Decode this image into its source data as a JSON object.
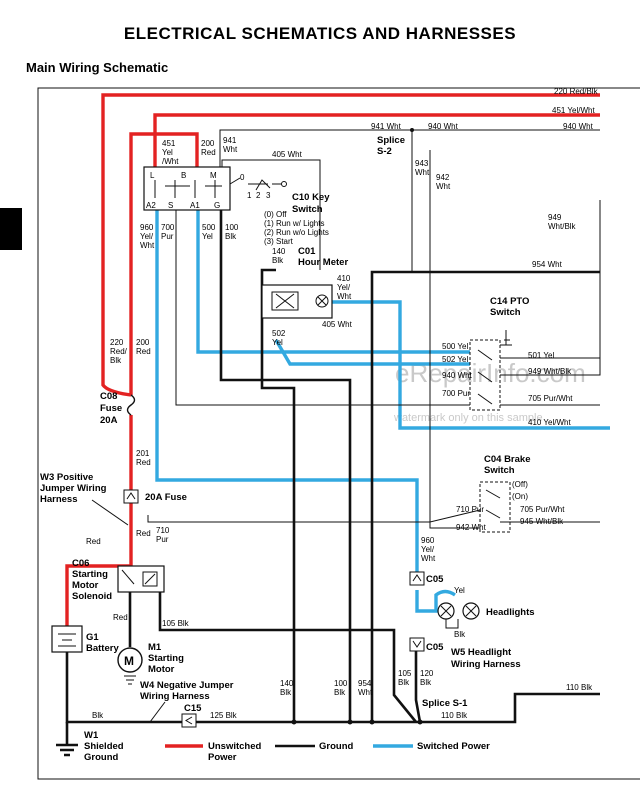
{
  "header": {
    "title": "ELECTRICAL   SCHEMATICS AND HARNESSES",
    "section": "Main Wiring Schematic"
  },
  "watermark": {
    "main": "eRepairInfo.com",
    "note": "watermark only on this sample"
  },
  "colors": {
    "unswitched": "#e32222",
    "ground": "#111111",
    "switched": "#33a9e0"
  },
  "wires": {
    "w220_top": "220 Red/Blk",
    "w451_top": "451 Yel/Wht",
    "w940_top": "940 Wht",
    "w941_top": "941 Wht",
    "w940_mid": "940 Wht",
    "w451": "451",
    "w451b": "Yel",
    "w451c": "/Wht",
    "w200": "200",
    "w200b": "Red",
    "w941": "941",
    "w941b": "Wht",
    "w405": "405 Wht",
    "w943": "943",
    "w943b": "Wht",
    "w942": "942",
    "w942b": "Wht",
    "w949": "949",
    "w949b": "Wht/Blk",
    "w960": "960",
    "w960b": "Yel/",
    "w960c": "Wht",
    "w700": "700",
    "w700b": "Pur",
    "w500": "500",
    "w500b": "Yel",
    "w100": "100",
    "w100b": "Blk",
    "w954_top": "954 Wht",
    "w140": "140",
    "w140b": "Blk",
    "w410": "410",
    "w410b": "Yel/",
    "w410c": "Wht",
    "w405b": "405 Wht",
    "w502": "502",
    "w502b": "Yel",
    "w220": "220",
    "w220b": "Red/",
    "w220c": "Blk",
    "w200c": "200",
    "w200d": "Red",
    "w500r": "500 Yel",
    "w502r": "502 Yel",
    "w501r": "501 Yel",
    "w940r": "940 Wht",
    "w949r": "949 Wht/Blk",
    "w700r": "700 Pur",
    "w705r": "705 Pur/Wht",
    "w410r": "410 Yel/Wht",
    "w201": "201",
    "w201b": "Red",
    "w710": "710",
    "w710b": "Pur",
    "w710r": "710 Pur",
    "w705b": "705 Pur/Wht",
    "w942r": "942 Wht",
    "w945r": "945 Wht/Blk",
    "w960l": "960",
    "w960lb": "Yel/",
    "w960lc": "Wht",
    "wYel": "Yel",
    "wBlk": "Blk",
    "wRed1": "Red",
    "wRed2": "Red",
    "wRed3": "Red",
    "w105": "105 Blk",
    "w140l": "140",
    "w140lb": "Blk",
    "w100l": "100",
    "w100lb": "Blk",
    "w954l": "954",
    "w954lb": "Wht",
    "w105l": "105",
    "w105lb": "Blk",
    "w120l": "120",
    "w120lb": "Blk",
    "w110r": "110 Blk",
    "w110s": "110 Blk",
    "w125": "125 Blk",
    "wBlkg": "Blk"
  },
  "components": {
    "splice_s2": [
      "Splice",
      "S-2"
    ],
    "key_switch": [
      "C10 Key",
      "Switch"
    ],
    "key_positions": [
      "(0) Off",
      "(1) Run w/ Lights",
      "(2) Run w/o Lights",
      "(3) Start"
    ],
    "hour_meter": [
      "C01",
      "Hour Meter"
    ],
    "pto": [
      "C14 PTO",
      "Switch"
    ],
    "fuse_c08": [
      "C08",
      "Fuse",
      "20A"
    ],
    "w3_harness": [
      "W3 Positive",
      "Jumper Wiring",
      "Harness"
    ],
    "fuse_20a": "20A Fuse",
    "brake": [
      "C04 Brake",
      "Switch"
    ],
    "solenoid": [
      "C06",
      "Starting",
      "Motor",
      "Solenoid"
    ],
    "c05a": "C05",
    "headlights": "Headlights",
    "c05b": "C05",
    "w5": [
      "W5 Headlight",
      "Wiring Harness"
    ],
    "battery": [
      "G1",
      "Battery"
    ],
    "motor": [
      "M1",
      "Starting",
      "Motor"
    ],
    "w4": [
      "W4 Negative Jumper",
      "Wiring Harness"
    ],
    "c15": "C15",
    "splice_s1": "Splice S-1",
    "w1": [
      "W1",
      "Shielded",
      "Ground"
    ],
    "switch_off": "(Off)",
    "switch_on": "(On)"
  },
  "key_terminals": [
    "L",
    "B",
    "M",
    "A2",
    "S",
    "A1",
    "G"
  ],
  "key_numbers": [
    "0",
    "1",
    "2",
    "3"
  ],
  "legend": [
    {
      "label": "Unswitched\nPower",
      "l1": "Unswitched",
      "l2": "Power"
    },
    {
      "label": "Ground"
    },
    {
      "label": "Switched Power"
    }
  ]
}
